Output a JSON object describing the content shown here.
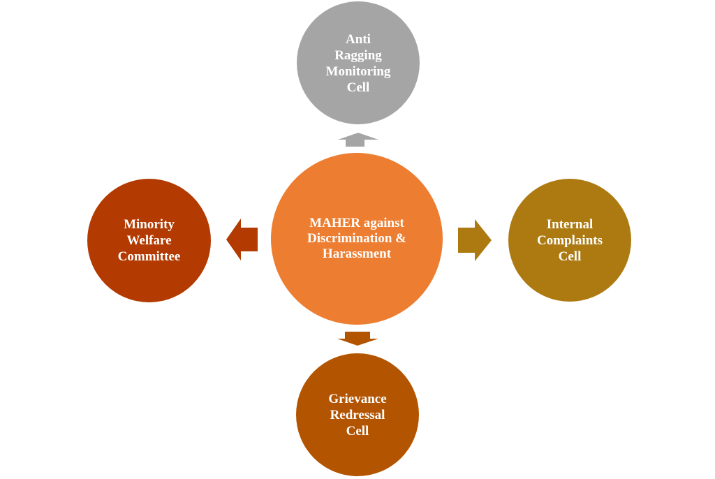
{
  "diagram": {
    "type": "radial-hub-and-spoke",
    "center": {
      "label": "MAHER against\nDiscrimination &\nHarassment",
      "color": "#ED7D31"
    },
    "satellites": [
      {
        "id": "top",
        "label": "Anti\nRagging\nMonitoring\nCell",
        "color": "#A5A5A5",
        "arrow_direction": "up"
      },
      {
        "id": "left",
        "label": "Minority\nWelfare\nCommittee",
        "color": "#B33A00",
        "arrow_direction": "left"
      },
      {
        "id": "right",
        "label": "Internal\nComplaints\nCell",
        "color": "#AD7A12",
        "arrow_direction": "right"
      },
      {
        "id": "bottom",
        "label": "Grievance\nRedressal\nCell",
        "color": "#B35400",
        "arrow_direction": "down"
      }
    ]
  }
}
